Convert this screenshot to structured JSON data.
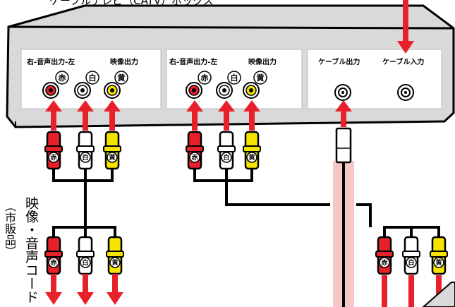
{
  "title_partial": "ケーブルテレビ（CATV）ボックス",
  "step_marker": "",
  "panel_left": {
    "audio_label": "右-音声出力-左",
    "video_label": "映像出力"
  },
  "panel_middle": {
    "audio_label": "右-音声出力-左",
    "video_label": "映像出力"
  },
  "panel_right": {
    "cable_out_label": "ケーブル出力",
    "cable_in_label": "ケーブル入力"
  },
  "plug_marks": {
    "red": "赤",
    "white": "白",
    "yellow": "黄"
  },
  "cord_label": "映像・音声コード",
  "cord_sub_label": "（市販品）",
  "colors": {
    "red": "#e8202a",
    "yellow": "#f5e400",
    "white": "#ffffff",
    "pink_cable": "#f7c7c7",
    "device_gray": "#d9d9d9",
    "panel_white": "#ffffff"
  },
  "icons": [
    "arrow-up-icon",
    "arrow-down-icon",
    "rca-jack-icon",
    "f-connector-icon"
  ]
}
